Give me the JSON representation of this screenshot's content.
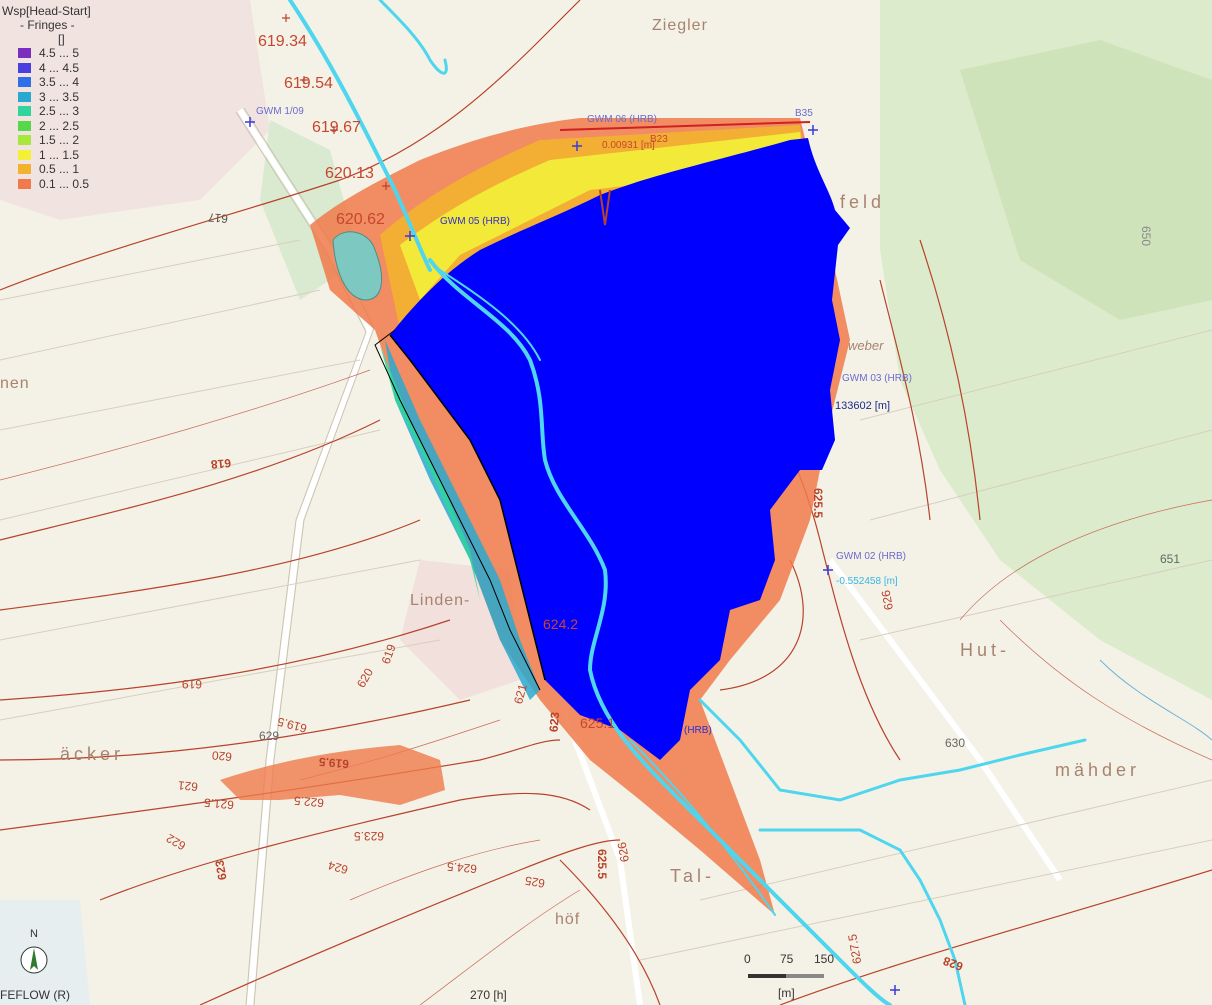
{
  "legend": {
    "title": "Wsp[Head-Start]",
    "subtitle": "- Fringes -",
    "unit": "[]",
    "items": [
      {
        "label": "4.5 ... 5",
        "color": "#7b2fbf"
      },
      {
        "label": "4 ... 4.5",
        "color": "#4a3fe0"
      },
      {
        "label": "3.5 ... 4",
        "color": "#2f6fe8"
      },
      {
        "label": "3 ... 3.5",
        "color": "#2aa9d0"
      },
      {
        "label": "2.5 ... 3",
        "color": "#2fd59c"
      },
      {
        "label": "2 ... 2.5",
        "color": "#55d94a"
      },
      {
        "label": "1.5 ... 2",
        "color": "#a8e83c"
      },
      {
        "label": "1 ... 1.5",
        "color": "#f3f03a"
      },
      {
        "label": "0.5 ... 1",
        "color": "#f2b22d"
      },
      {
        "label": "0.1 ... 0.5",
        "color": "#f07a4b"
      }
    ]
  },
  "head_labels": [
    "619.34",
    "619.54",
    "619.67",
    "620.13",
    "620.62",
    "624.2",
    "625.1"
  ],
  "contour_labels": [
    "618",
    "619",
    "619",
    "619.5",
    "619.5",
    "620",
    "620",
    "621",
    "621",
    "621.5",
    "622",
    "622.5",
    "623",
    "623",
    "623.5",
    "624",
    "624.5",
    "625",
    "625.5",
    "625.5",
    "626",
    "626",
    "627.5",
    "628",
    "629",
    "630",
    "651",
    "650",
    "617"
  ],
  "place_names": [
    "Ziegler",
    "feld",
    "Hut-",
    "mähder",
    "Linden-",
    "äcker",
    "Tal-",
    "höf",
    "nen",
    "weber"
  ],
  "wells": [
    {
      "name": "GWM 1/09",
      "value": ""
    },
    {
      "name": "GWM 06 (HRB)",
      "value": "0.00931 [m]"
    },
    {
      "name": "GWM 05 (HRB)",
      "value": ""
    },
    {
      "name": "GWM 03 (HRB)",
      "value": "133602 [m]"
    },
    {
      "name": "GWM 02 (HRB)",
      "value": "-0.552458 [m]"
    },
    {
      "name": "(HRB)",
      "value": ""
    },
    {
      "name": "B35",
      "value": ""
    },
    {
      "name": "B23",
      "value": ""
    }
  ],
  "scale": {
    "ticks": [
      "0",
      "75",
      "150"
    ],
    "unit": "[m]"
  },
  "north": "N",
  "footer": {
    "app": "FEFLOW (R)",
    "time": "270 [h]"
  },
  "colors": {
    "lake": "#0000ff",
    "river": "#4fd6ee",
    "contour": "#b8432c",
    "fringe": "#f07a4b"
  }
}
